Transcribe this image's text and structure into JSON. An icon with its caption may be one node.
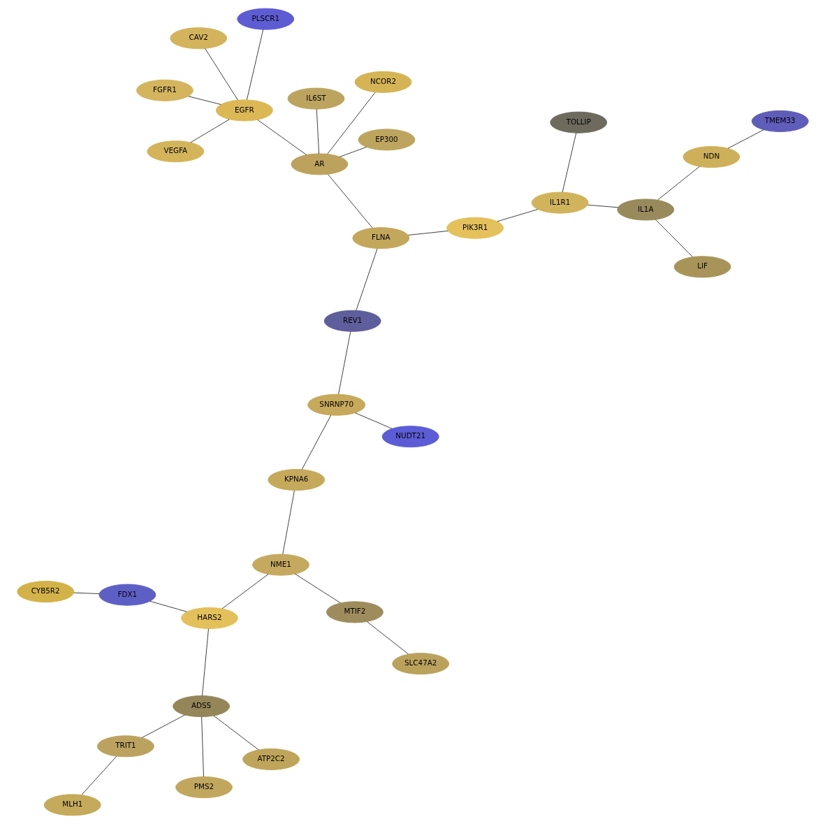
{
  "diagram": {
    "nodes": [
      {
        "text": [
          "CYB5R2"
        ]
      },
      {
        "text": [
          "ATP2C2"
        ]
      },
      {
        "text": [
          "MLH1"
        ]
      },
      {
        "text": [
          "TRIT1"
        ]
      },
      {
        "text": [
          "FDX1"
        ]
      },
      {
        "text": [
          "ADSS"
        ]
      },
      {
        "text": [
          "HARS2"
        ]
      },
      {
        "text": [
          "PMS2"
        ]
      },
      {
        "text": [
          "NME1"
        ]
      },
      {
        "text": [
          "NUDT21"
        ]
      },
      {
        "text": [
          "MTIF2"
        ]
      },
      {
        "text": [
          "KPNA6"
        ]
      },
      {
        "text": [
          "SNRNP70"
        ]
      },
      {
        "text": [
          "SLC47A2"
        ]
      },
      {
        "text": [
          "CAV2"
        ]
      },
      {
        "text": [
          "VEGFA"
        ]
      },
      {
        "text": [
          "EP300"
        ]
      },
      {
        "text": [
          "EGFR"
        ]
      },
      {
        "text": [
          "FGFR1"
        ]
      },
      {
        "text": [
          "REV1"
        ]
      },
      {
        "text": [
          "AR"
        ]
      },
      {
        "text": [
          "FLNA"
        ]
      },
      {
        "text": [
          "PLSCR1"
        ]
      },
      {
        "text": [
          "NCOR2"
        ]
      },
      {
        "text": [
          "IL6ST"
        ]
      },
      {
        "text": [
          "PIK3R1"
        ]
      },
      {
        "text": [
          "IL1R1"
        ]
      },
      {
        "text": [
          "TOLLIP"
        ]
      },
      {
        "text": [
          "IL1A"
        ]
      },
      {
        "text": [
          "LIF"
        ]
      },
      {
        "text": [
          "NDN"
        ]
      },
      {
        "text": [
          "TMEM33"
        ]
      }
    ],
    "edges": [
      {
        "from": 0,
        "to": 4,
        "arrow": "none"
      },
      {
        "from": 4,
        "to": 6,
        "arrow": "none"
      },
      {
        "from": 1,
        "to": 5,
        "arrow": "none"
      },
      {
        "from": 2,
        "to": 3,
        "arrow": "none"
      },
      {
        "from": 3,
        "to": 5,
        "arrow": "none"
      },
      {
        "from": 5,
        "to": 7,
        "arrow": "none"
      },
      {
        "from": 5,
        "to": 6,
        "arrow": "none"
      },
      {
        "from": 6,
        "to": 8,
        "arrow": "none"
      },
      {
        "from": 8,
        "to": 10,
        "arrow": "none"
      },
      {
        "from": 10,
        "to": 13,
        "arrow": "none"
      },
      {
        "from": 8,
        "to": 11,
        "arrow": "none"
      },
      {
        "from": 11,
        "to": 12,
        "arrow": "none"
      },
      {
        "from": 9,
        "to": 12,
        "arrow": "none"
      },
      {
        "from": 12,
        "to": 19,
        "arrow": "none"
      },
      {
        "from": 19,
        "to": 21,
        "arrow": "none"
      },
      {
        "from": 21,
        "to": 20,
        "arrow": "none"
      },
      {
        "from": 16,
        "to": 20,
        "arrow": "none"
      },
      {
        "from": 20,
        "to": 17,
        "arrow": "none"
      },
      {
        "from": 14,
        "to": 17,
        "arrow": "none"
      },
      {
        "from": 15,
        "to": 17,
        "arrow": "none"
      },
      {
        "from": 17,
        "to": 18,
        "arrow": "none"
      },
      {
        "from": 17,
        "to": 22,
        "arrow": "none"
      },
      {
        "from": 20,
        "to": 23,
        "arrow": "none"
      },
      {
        "from": 20,
        "to": 24,
        "arrow": "none"
      },
      {
        "from": 21,
        "to": 25,
        "arrow": "none"
      },
      {
        "from": 25,
        "to": 26,
        "arrow": "none"
      },
      {
        "from": 26,
        "to": 27,
        "arrow": "none"
      },
      {
        "from": 26,
        "to": 28,
        "arrow": "none"
      },
      {
        "from": 28,
        "to": 29,
        "arrow": "none"
      },
      {
        "from": 28,
        "to": 30,
        "arrow": "none"
      },
      {
        "from": 30,
        "to": 31,
        "arrow": "none"
      }
    ]
  }
}
